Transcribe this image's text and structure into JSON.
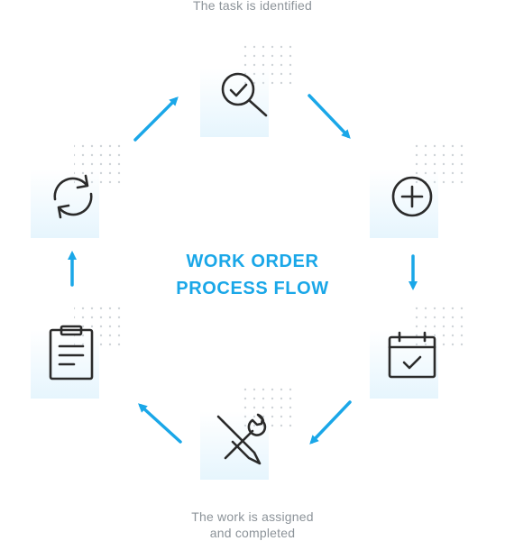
{
  "title": {
    "line1": "WORK ORDER",
    "line2": "PROCESS FLOW"
  },
  "captions": {
    "top": "The task is identified",
    "bottom_line1": "The work is assigned",
    "bottom_line2": "and completed"
  },
  "colors": {
    "accent": "#1aa7e8",
    "icon_stroke": "#2b2b2b",
    "caption": "#8c9399",
    "tile_gradient_end": "#e6f5fd",
    "dots": "#c9ced3"
  },
  "nodes": [
    {
      "id": "identify",
      "icon": "magnifier-check-icon"
    },
    {
      "id": "create",
      "icon": "plus-circle-icon"
    },
    {
      "id": "schedule",
      "icon": "calendar-check-icon"
    },
    {
      "id": "assign",
      "icon": "tools-icon"
    },
    {
      "id": "record",
      "icon": "clipboard-icon"
    },
    {
      "id": "review",
      "icon": "refresh-icon"
    }
  ]
}
